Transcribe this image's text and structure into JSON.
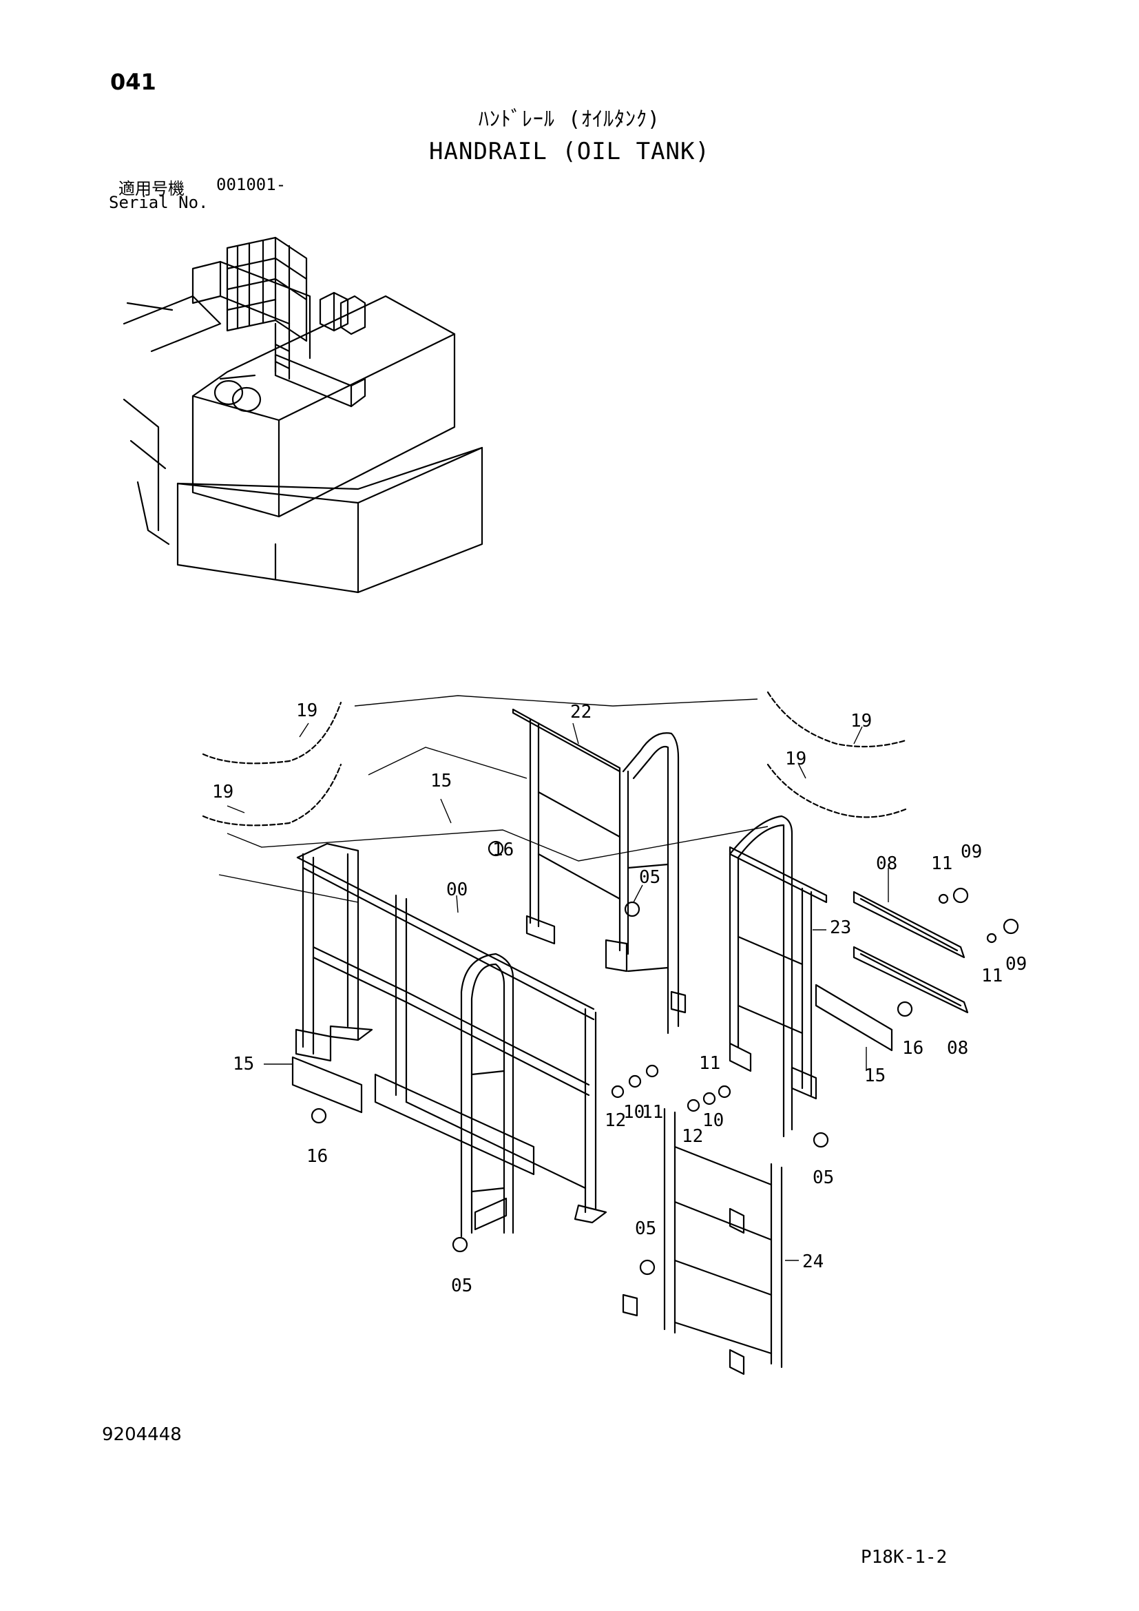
{
  "page": {
    "number": "041",
    "title_jp": "ﾊﾝﾄﾞﾚｰﾙ (ｵｲﾙﾀﾝｸ)",
    "title_en": "HANDRAIL (OIL TANK)",
    "serial_label_jp": "適用号機",
    "serial_value": "001001-",
    "serial_label_en": "Serial No.",
    "doc_number": "9204448",
    "page_ref": "P18K-1-2"
  },
  "callouts": [
    {
      "text": "19"
    },
    {
      "text": "19"
    },
    {
      "text": "22"
    },
    {
      "text": "19"
    },
    {
      "text": "19"
    },
    {
      "text": "15"
    },
    {
      "text": "16"
    },
    {
      "text": "00"
    },
    {
      "text": "05"
    },
    {
      "text": "08"
    },
    {
      "text": "11"
    },
    {
      "text": "09"
    },
    {
      "text": "23"
    },
    {
      "text": "11"
    },
    {
      "text": "09"
    },
    {
      "text": "16"
    },
    {
      "text": "08"
    },
    {
      "text": "15"
    },
    {
      "text": "15"
    },
    {
      "text": "16"
    },
    {
      "text": "11"
    },
    {
      "text": "12"
    },
    {
      "text": "10"
    },
    {
      "text": "11"
    },
    {
      "text": "10"
    },
    {
      "text": "12"
    },
    {
      "text": "05"
    },
    {
      "text": "05"
    },
    {
      "text": "24"
    },
    {
      "text": "05"
    }
  ]
}
